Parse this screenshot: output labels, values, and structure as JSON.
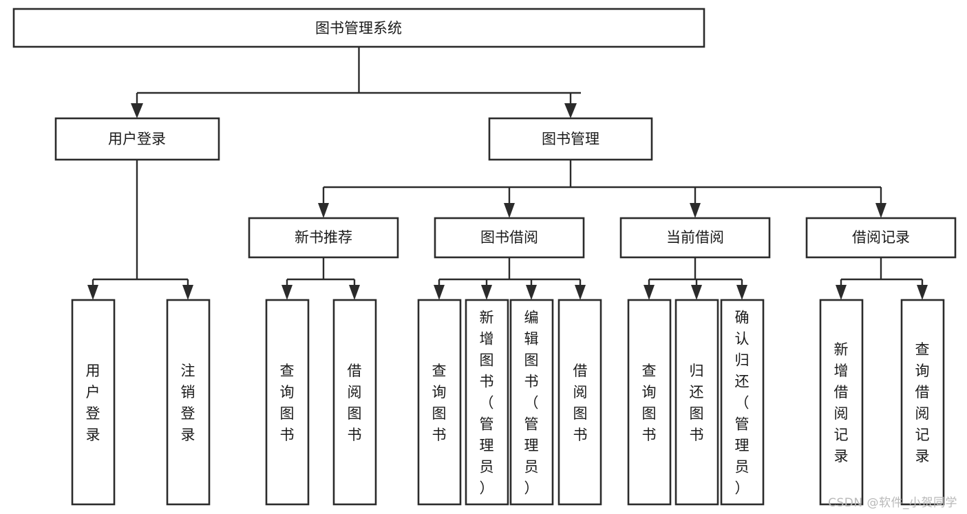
{
  "diagram": {
    "title": "图书管理系统",
    "type": "tree-hierarchy",
    "watermark": "CSDN @软件_小贺同学",
    "colors": {
      "stroke": "#2b2b2b",
      "fill": "#ffffff",
      "text": "#1a1a1a",
      "watermark": "#b9b9b9"
    },
    "nodes": {
      "root": {
        "label": "图书管理系统",
        "orientation": "horizontal"
      },
      "level2": [
        {
          "id": "user-login",
          "label": "用户登录",
          "orientation": "horizontal"
        },
        {
          "id": "book-management",
          "label": "图书管理",
          "orientation": "horizontal"
        }
      ],
      "level3": [
        {
          "id": "new-book-recommend",
          "label": "新书推荐",
          "orientation": "horizontal"
        },
        {
          "id": "book-borrow",
          "label": "图书借阅",
          "orientation": "horizontal"
        },
        {
          "id": "current-borrow",
          "label": "当前借阅",
          "orientation": "horizontal"
        },
        {
          "id": "borrow-record",
          "label": "借阅记录",
          "orientation": "horizontal"
        }
      ],
      "leaves": [
        {
          "id": "leaf-user-login",
          "label": "用户登录",
          "parent": "user-login",
          "orientation": "vertical"
        },
        {
          "id": "leaf-logout-login",
          "label": "注销登录",
          "parent": "user-login",
          "orientation": "vertical"
        },
        {
          "id": "leaf-query-book-1",
          "label": "查询图书",
          "parent": "new-book-recommend",
          "orientation": "vertical"
        },
        {
          "id": "leaf-borrow-book-1",
          "label": "借阅图书",
          "parent": "new-book-recommend",
          "orientation": "vertical"
        },
        {
          "id": "leaf-query-book-2",
          "label": "查询图书",
          "parent": "book-borrow",
          "orientation": "vertical"
        },
        {
          "id": "leaf-add-book",
          "label": "新增图书（管理员）",
          "parent": "book-borrow",
          "orientation": "vertical"
        },
        {
          "id": "leaf-edit-book",
          "label": "编辑图书（管理员）",
          "parent": "book-borrow",
          "orientation": "vertical"
        },
        {
          "id": "leaf-borrow-book-2",
          "label": "借阅图书",
          "parent": "book-borrow",
          "orientation": "vertical"
        },
        {
          "id": "leaf-query-book-3",
          "label": "查询图书",
          "parent": "current-borrow",
          "orientation": "vertical"
        },
        {
          "id": "leaf-return-book",
          "label": "归还图书",
          "parent": "current-borrow",
          "orientation": "vertical"
        },
        {
          "id": "leaf-confirm-return",
          "label": "确认归还（管理员）",
          "parent": "current-borrow",
          "orientation": "vertical"
        },
        {
          "id": "leaf-add-record",
          "label": "新增借阅记录",
          "parent": "borrow-record",
          "orientation": "vertical"
        },
        {
          "id": "leaf-query-record",
          "label": "查询借阅记录",
          "parent": "borrow-record",
          "orientation": "vertical"
        }
      ]
    }
  }
}
